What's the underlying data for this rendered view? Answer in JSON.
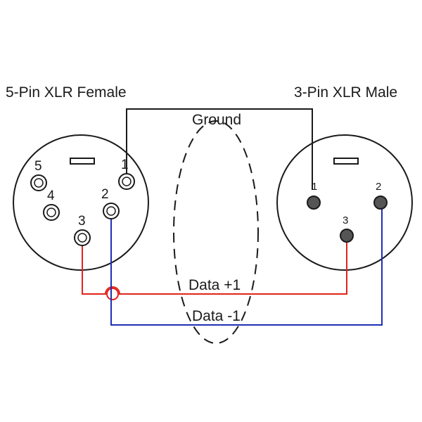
{
  "connectors": {
    "female": {
      "title": "5-Pin XLR Female",
      "pins": [
        "1",
        "2",
        "3",
        "4",
        "5"
      ]
    },
    "male": {
      "title": "3-Pin XLR Male",
      "pins": [
        "1",
        "2",
        "3"
      ]
    }
  },
  "wires": {
    "ground": {
      "label": "Ground",
      "color": "#1a1a1a"
    },
    "data_plus": {
      "label": "Data +1",
      "color": "#e0241b"
    },
    "data_minus": {
      "label": "Data -1",
      "color": "#1f2fb5"
    }
  },
  "colors": {
    "outline": "#1a1a1a",
    "female_socket_fill": "#ffffff",
    "male_pin_fill": "#555555"
  }
}
